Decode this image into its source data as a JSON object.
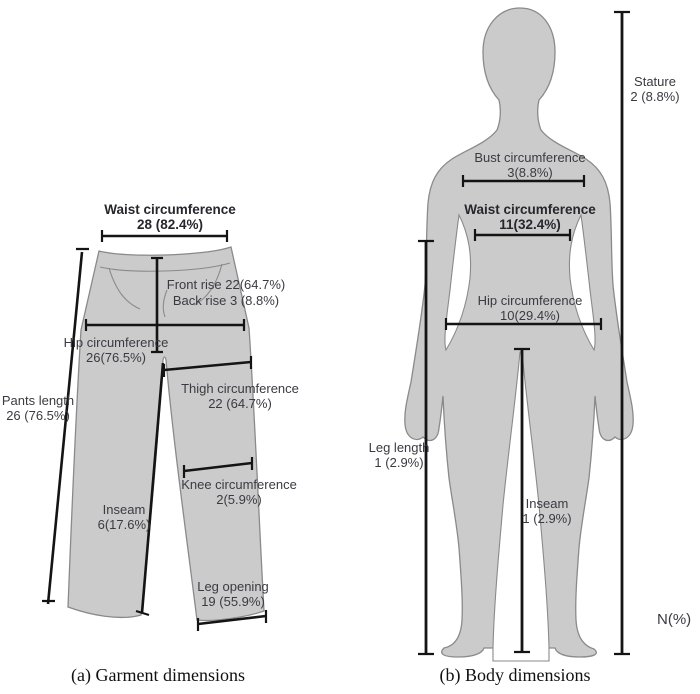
{
  "figure": {
    "type": "measurement-diagram",
    "colors": {
      "silhouette_fill": "#cbcbcb",
      "silhouette_outline": "#8a8a8a",
      "measure_line": "#141414",
      "label_text": "#3a3a42",
      "background": "#ffffff"
    }
  },
  "garment": {
    "caption": "(a) Garment dimensions",
    "measurements": {
      "waist": {
        "name": "Waist circumference",
        "value": "28 (82.4%)"
      },
      "rise": {
        "front": "Front rise 22(64.7%)",
        "back": "Back rise 3 (8.8%)"
      },
      "hip": {
        "name": "Hip circumference",
        "value": "26(76.5%)"
      },
      "pants_length": {
        "name": "Pants length",
        "value": "26 (76.5%)"
      },
      "thigh": {
        "name": "Thigh circumference",
        "value": "22 (64.7%)"
      },
      "knee": {
        "name": "Knee circumference",
        "value": "2(5.9%)"
      },
      "inseam": {
        "name": "Inseam",
        "value": "6(17.6%)"
      },
      "leg_opening": {
        "name": "Leg opening",
        "value": "19 (55.9%)"
      }
    }
  },
  "body": {
    "caption": "(b) Body dimensions",
    "measurements": {
      "stature": {
        "name": "Stature",
        "value": "2 (8.8%)"
      },
      "bust": {
        "name": "Bust circumference",
        "value": "3(8.8%)"
      },
      "waist": {
        "name": "Waist circumference",
        "value": "11(32.4%)"
      },
      "hip": {
        "name": "Hip circumference",
        "value": "10(29.4%)"
      },
      "leg_length": {
        "name": "Leg length",
        "value": "1 (2.9%)"
      },
      "inseam": {
        "name": "Inseam",
        "value": "1 (2.9%)"
      }
    },
    "unit_note": "N(%)"
  }
}
